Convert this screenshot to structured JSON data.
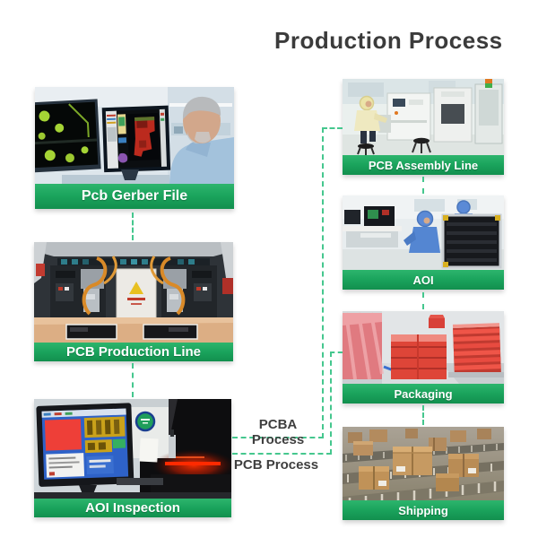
{
  "title": "Production Process",
  "colors": {
    "label_bar_green": "#1aa35c",
    "connector_green": "#45c78e",
    "title_text": "#3b3b3b",
    "label_text": "#ffffff"
  },
  "left_column": {
    "items": [
      {
        "label": "Pcb Gerber File",
        "photo": "engineer reviewing PCB gerber design on two monitors"
      },
      {
        "label": "PCB Production Line",
        "photo": "drilling machine interior with orange cables over copper panel"
      },
      {
        "label": "AOI Inspection",
        "photo": "AOI software monitor beside dark machine with red laser"
      }
    ]
  },
  "right_column": {
    "items": [
      {
        "label": "PCB Assembly Line",
        "photo": "SMT factory floor with operator in yellow coat"
      },
      {
        "label": "AOI",
        "photo": "cleanroom operators in blue suits at inspection stations"
      },
      {
        "label": "Packaging",
        "photo": "stacks of red boxes wrapped in plastic"
      },
      {
        "label": "Shipping",
        "photo": "cardboard cartons on roller conveyors"
      }
    ]
  },
  "flow_labels": {
    "pcba": "PCBA Process",
    "pcb": "PCB Process"
  }
}
